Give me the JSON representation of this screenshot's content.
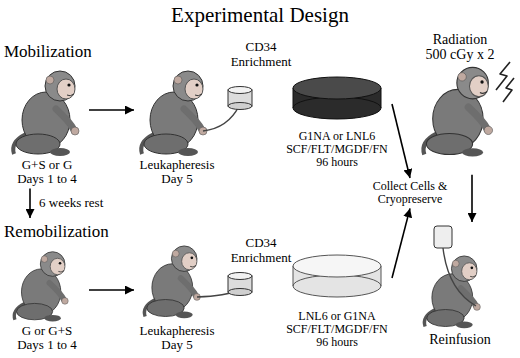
{
  "diagram": {
    "title": "Experimental Design",
    "nodes": [
      {
        "text": [
          "G+S or G",
          "Days 1 to 4"
        ]
      },
      {
        "text": [
          "Leukapheresis",
          "Day 5"
        ]
      },
      {
        "text": [
          "G1NA or LNL6",
          "SCF/FLT/MGDF/FN",
          "96 hours"
        ]
      },
      {
        "text": [
          "Radiation",
          "500 cGy x 2"
        ]
      },
      {
        "text": [
          "Collect Cells & Cryopreserve"
        ]
      },
      {
        "text": [
          "G or G+S",
          "Days 1 to 4"
        ]
      },
      {
        "text": [
          "Leukapheresis",
          "Day 5"
        ]
      },
      {
        "text": [
          "LNL6 or G1NA",
          "SCF/FLT/MGDF/FN",
          "96 hours"
        ]
      },
      {
        "text": [
          "Reinfusion"
        ]
      }
    ],
    "edges": [
      {
        "from": 0,
        "to": 1,
        "arrow": "to"
      },
      {
        "from": 0,
        "to": 5,
        "arrow": "to",
        "label": "6 weeks rest"
      },
      {
        "from": 5,
        "to": 6,
        "arrow": "to"
      },
      {
        "from": 2,
        "to": 4,
        "arrow": "to"
      },
      {
        "from": 7,
        "to": 4,
        "arrow": "to"
      },
      {
        "from": 3,
        "to": 8,
        "arrow": "to"
      }
    ],
    "labels": [
      "Mobilization",
      "CD34 Enrichment",
      "Remobilization",
      "CD34 Enrichment"
    ]
  }
}
